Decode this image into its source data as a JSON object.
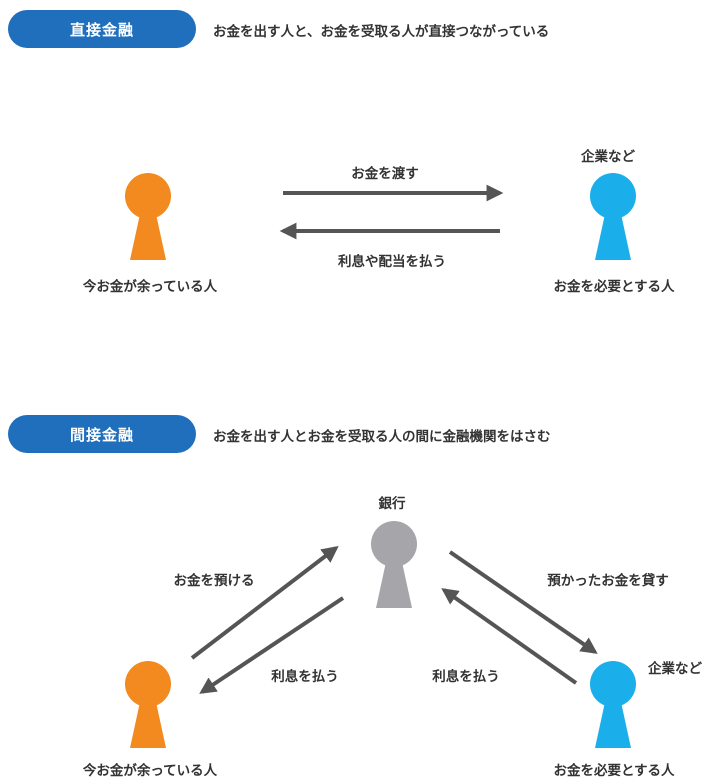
{
  "colors": {
    "badge": "#1f6fbd",
    "lender": "#f28a1f",
    "borrower": "#1aaeea",
    "bank": "#a5a5aa",
    "arrow": "#555555"
  },
  "direct": {
    "badge": "直接金融",
    "description": "お金を出す人と、お金を受取る人が直接つながっている",
    "lender_label": "今お金が余っている人",
    "borrower_top_label": "企業など",
    "borrower_label": "お金を必要とする人",
    "arrow_give": "お金を渡す",
    "arrow_return": "利息や配当を払う"
  },
  "indirect": {
    "badge": "間接金融",
    "description": "お金を出す人とお金を受取る人の間に金融機関をはさむ",
    "bank_label": "銀行",
    "lender_label": "今お金が余っている人",
    "borrower_top_label": "企業など",
    "borrower_label": "お金を必要とする人",
    "arrow_deposit": "お金を預ける",
    "arrow_interest_to_lender": "利息を払う",
    "arrow_lend": "預かったお金を貸す",
    "arrow_interest_to_bank": "利息を払う"
  }
}
